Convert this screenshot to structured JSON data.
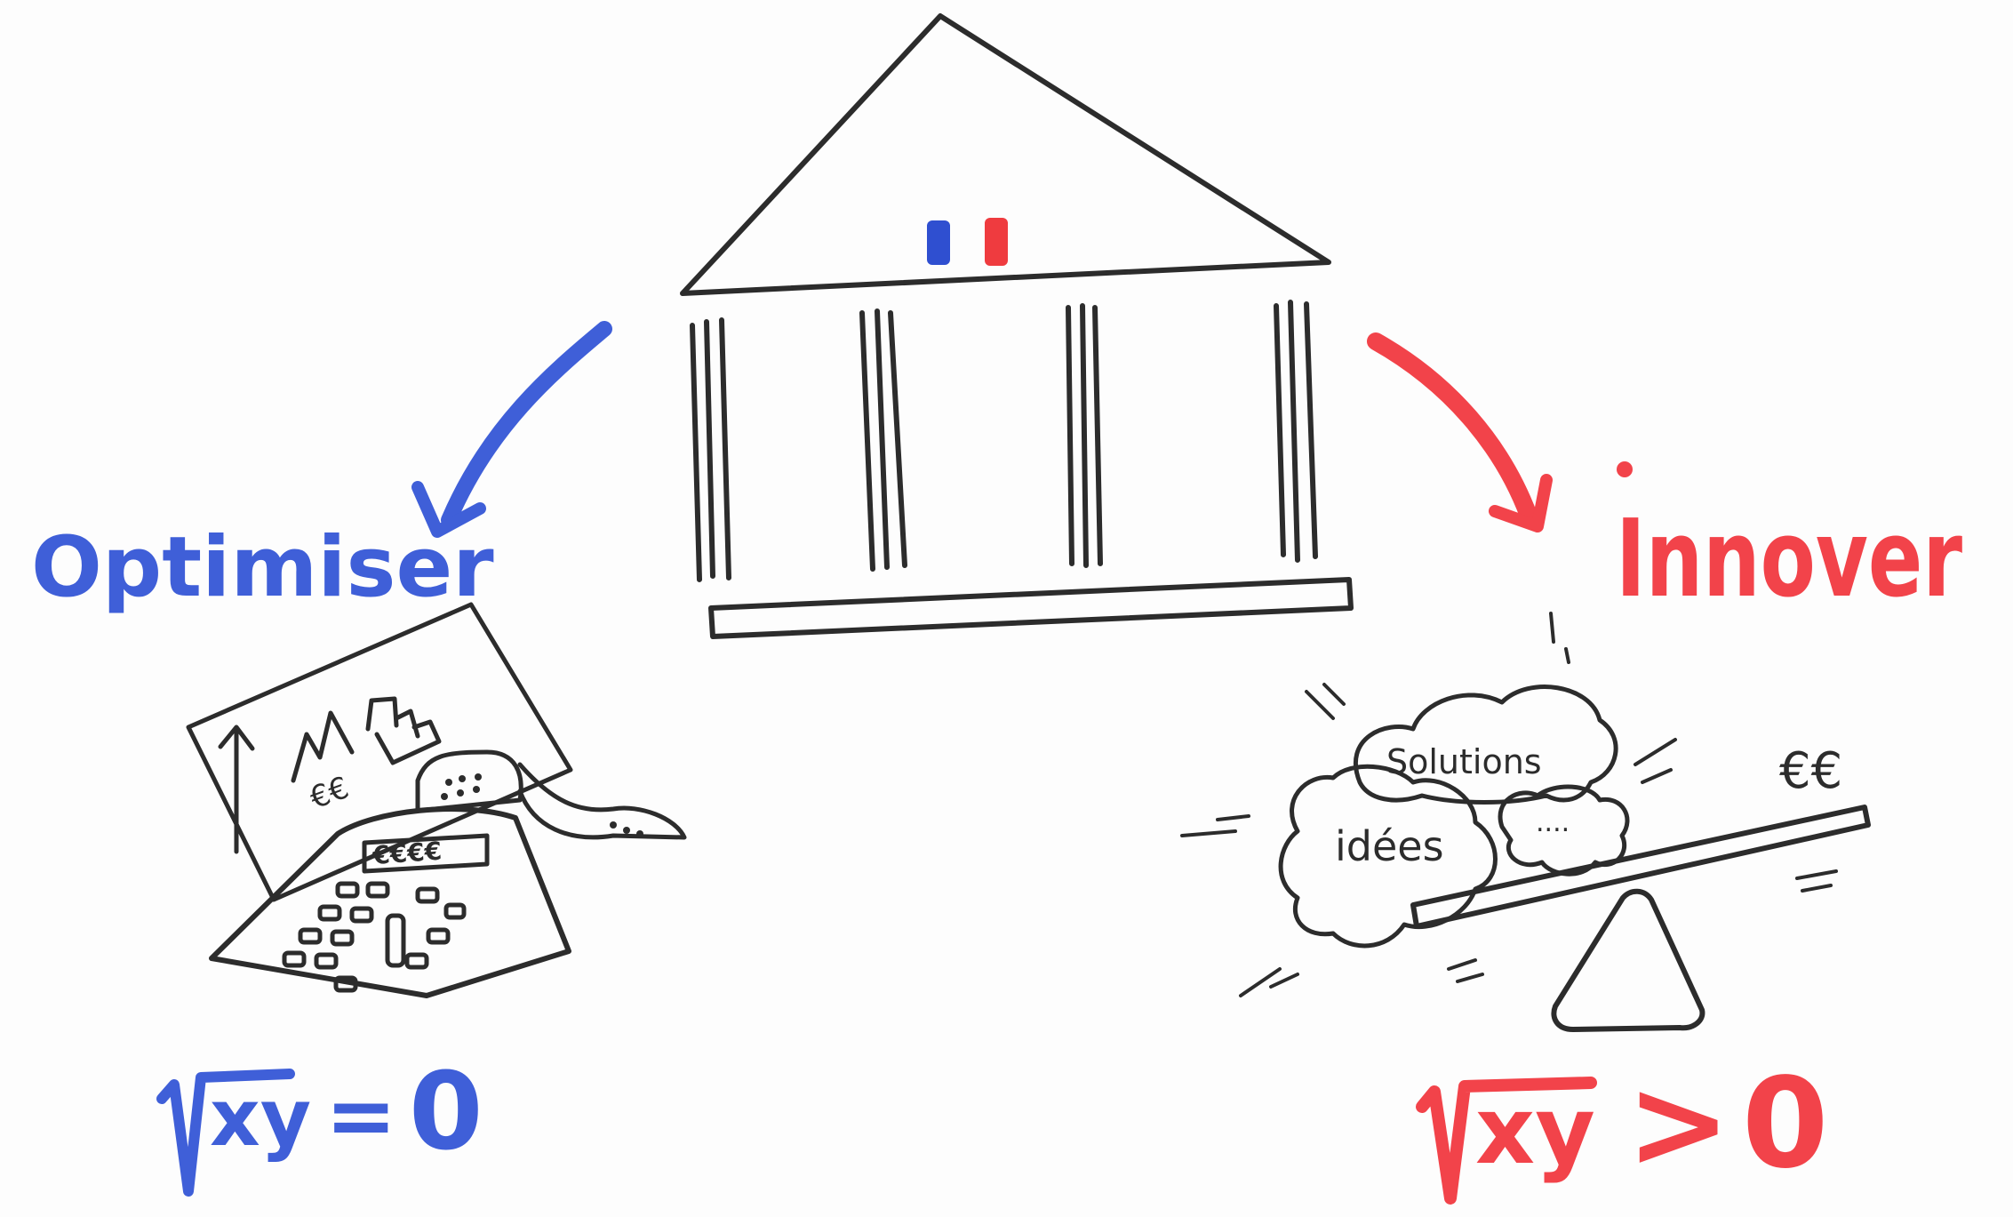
{
  "labels": {
    "left_title": "Optimiser",
    "right_title": "Innover",
    "left_formula": "=",
    "left_formula_value": "0",
    "right_formula": ">",
    "right_formula_value": "0",
    "formula_var": "xy"
  },
  "calculator_display": "€€€€",
  "chart_currency": "€€",
  "cloud_words": {
    "top": "Solutions",
    "left": "idées",
    "right": "...."
  },
  "scale_weight": "€€",
  "colors": {
    "blue": "#3f5fd8",
    "red": "#f2434a",
    "ink": "#2c2c2c",
    "flag_blue": "#2f4fd0",
    "flag_red": "#ef3b3f"
  }
}
